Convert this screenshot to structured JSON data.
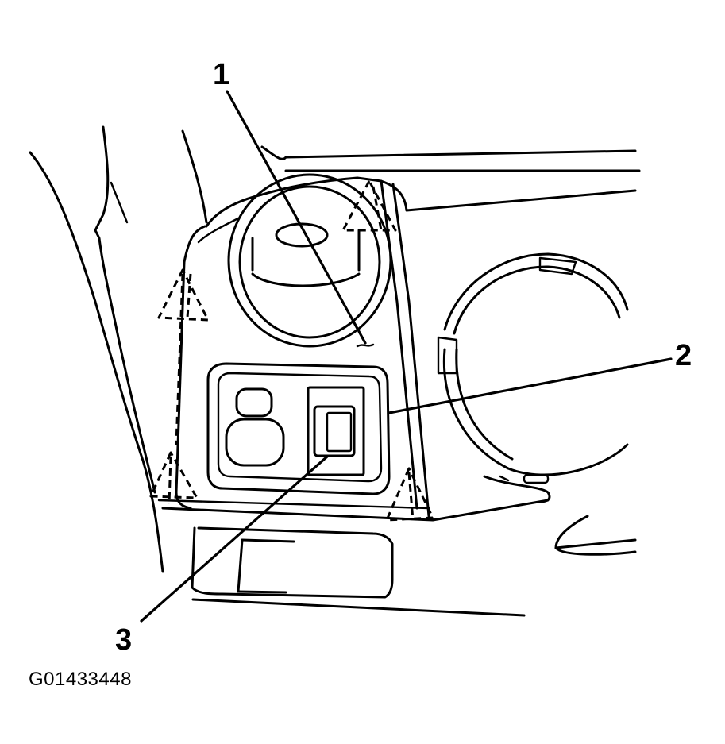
{
  "callouts": {
    "c1": "1",
    "c2": "2",
    "c3": "3"
  },
  "figure_id": "G01433448"
}
